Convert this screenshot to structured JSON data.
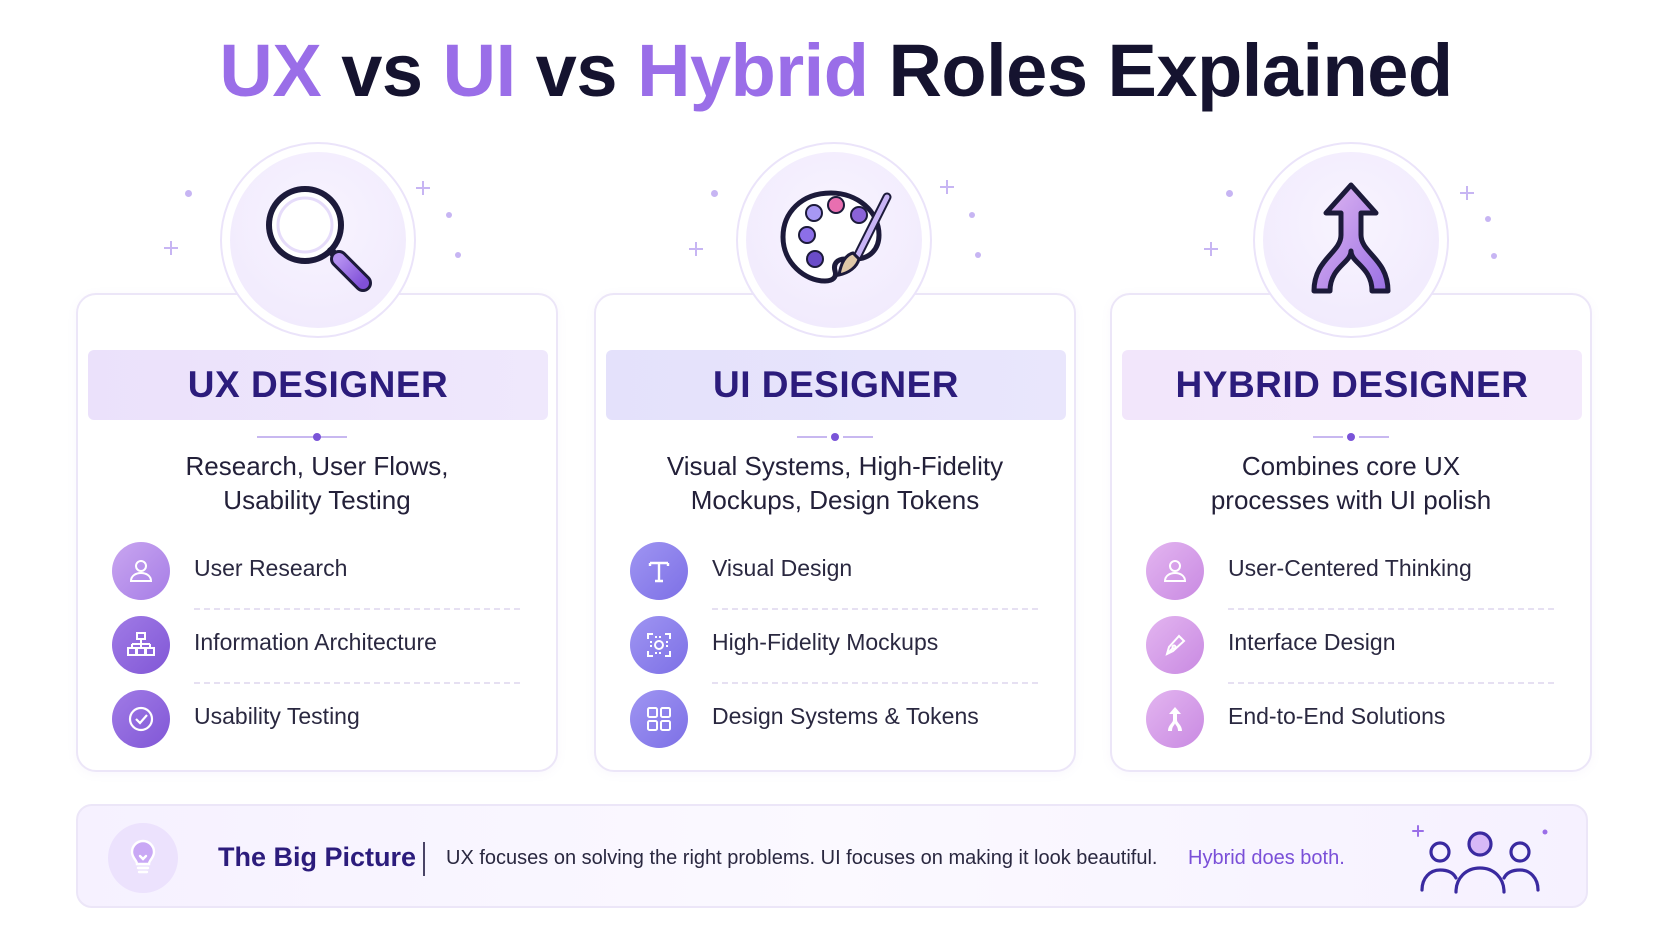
{
  "title": {
    "part1": "UX",
    "part2": " vs ",
    "part3": "UI",
    "part4": " vs ",
    "part5": "Hybrid",
    "part6": " Roles Explained"
  },
  "colors": {
    "accent": "#9a6ee8",
    "heading": "#2c1c7c",
    "ux_icon": "#9d6fe0",
    "ui_icon": "#8c7ef0",
    "hybrid_icon": "#cf8ee6"
  },
  "cards": {
    "ux": {
      "heading": "UX DESIGNER",
      "desc_line1": "Research, User Flows,",
      "desc_line2": "Usability Testing",
      "badge_icon": "magnifier-icon",
      "features": [
        {
          "label": "User Research",
          "icon": "user-icon"
        },
        {
          "label": "Information Architecture",
          "icon": "sitemap-icon"
        },
        {
          "label": "Usability Testing",
          "icon": "check-circle-icon"
        }
      ]
    },
    "ui": {
      "heading": "UI DESIGNER",
      "desc_line1": "Visual Systems, High-Fidelity",
      "desc_line2": "Mockups, Design Tokens",
      "badge_icon": "palette-icon",
      "features": [
        {
          "label": "Visual Design",
          "icon": "typography-icon"
        },
        {
          "label": "High-Fidelity Mockups",
          "icon": "frame-icon"
        },
        {
          "label": "Design Systems & Tokens",
          "icon": "grid-icon"
        }
      ]
    },
    "hybrid": {
      "heading": "HYBRID DESIGNER",
      "desc_line1": "Combines core UX",
      "desc_line2": "processes with UI polish",
      "badge_icon": "merge-arrow-icon",
      "features": [
        {
          "label": "User-Centered Thinking",
          "icon": "user-icon"
        },
        {
          "label": "Interface Design",
          "icon": "pen-icon"
        },
        {
          "label": "End-to-End Solutions",
          "icon": "merge-arrow-icon"
        }
      ]
    }
  },
  "footer": {
    "title": "The Big Picture",
    "text": "UX focuses on solving the right problems. UI focuses on making it look beautiful.",
    "highlight": "Hybrid does both.",
    "icons": [
      "lightbulb-icon",
      "team-icon"
    ]
  }
}
